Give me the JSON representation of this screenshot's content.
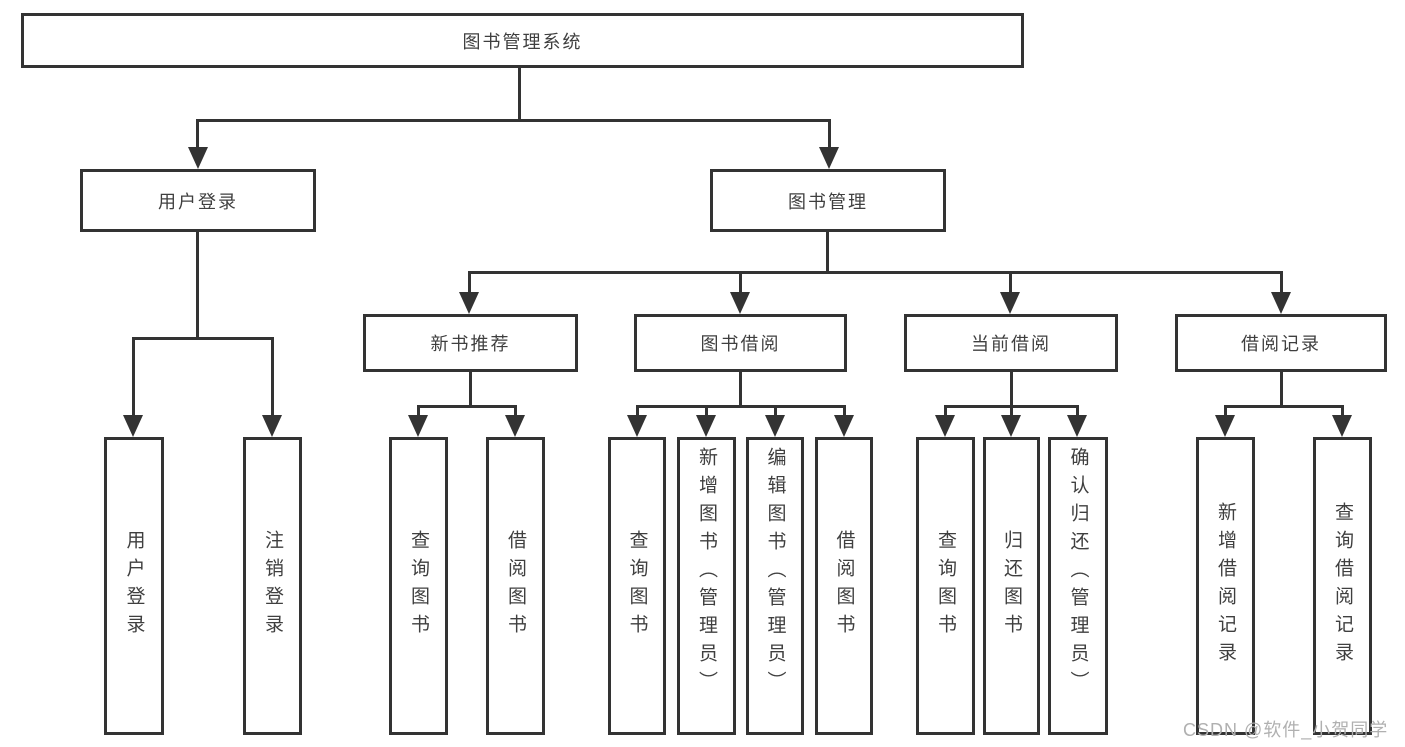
{
  "diagram": {
    "root": "图书管理系统",
    "user_login": "用户登录",
    "book_mgmt": "图书管理",
    "user_login_children": [
      "用户登录",
      "注销登录"
    ],
    "book_mgmt_children": [
      "新书推荐",
      "图书借阅",
      "当前借阅",
      "借阅记录"
    ],
    "new_book_children": [
      "查询图书",
      "借阅图书"
    ],
    "book_borrow_children": [
      "查询图书",
      "新增图书（管理员）",
      "编辑图书（管理员）",
      "借阅图书"
    ],
    "current_borrow_children": [
      "查询图书",
      "归还图书",
      "确认归还（管理员）"
    ],
    "borrow_record_children": [
      "新增借阅记录",
      "查询借阅记录"
    ]
  },
  "watermark": "CSDN @软件_小贺同学",
  "colors": {
    "line": "#333333",
    "text": "#3f3f3f",
    "watermark": "#b0b0b0",
    "background": "#ffffff"
  }
}
